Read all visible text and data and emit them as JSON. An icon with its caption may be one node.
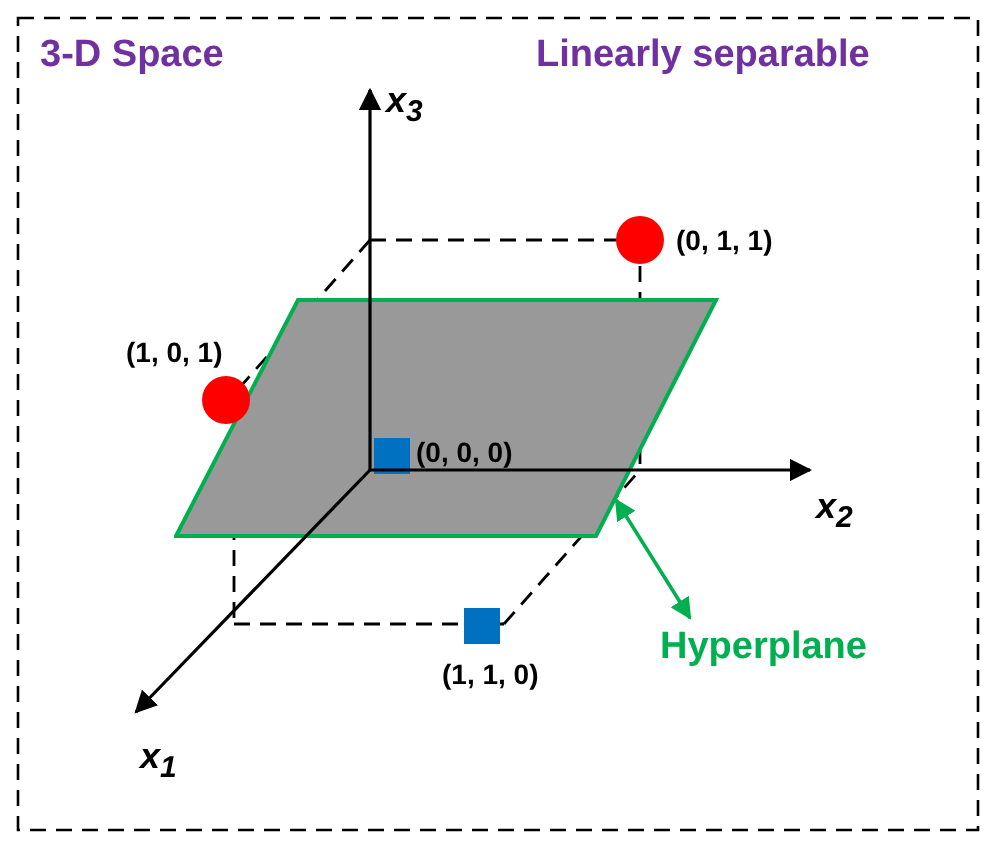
{
  "diagram": {
    "nodes": [
      {
        "text": [],
        "shape": "circle",
        "beside": [
          "(0, 1, 1)"
        ]
      },
      {
        "text": [],
        "shape": "circle",
        "beside": [
          "(1, 0, 1)"
        ]
      },
      {
        "text": [],
        "shape": "box",
        "beside": [
          "(0, 0, 0)"
        ],
        "in": 3
      },
      {
        "text": [],
        "shape": "parallelogram"
      },
      {
        "text": [],
        "shape": "box",
        "beside": [
          "(1, 1, 0)"
        ]
      },
      {
        "text": [
          "Hyperplane"
        ]
      }
    ],
    "edges": [
      {
        "from": 5,
        "to": 3,
        "arrow": "both"
      }
    ],
    "labels": [
      "3-D Space",
      "Linearly separable",
      "x$_{3}$",
      "x$_{2}$",
      "x$_{1}$"
    ]
  }
}
